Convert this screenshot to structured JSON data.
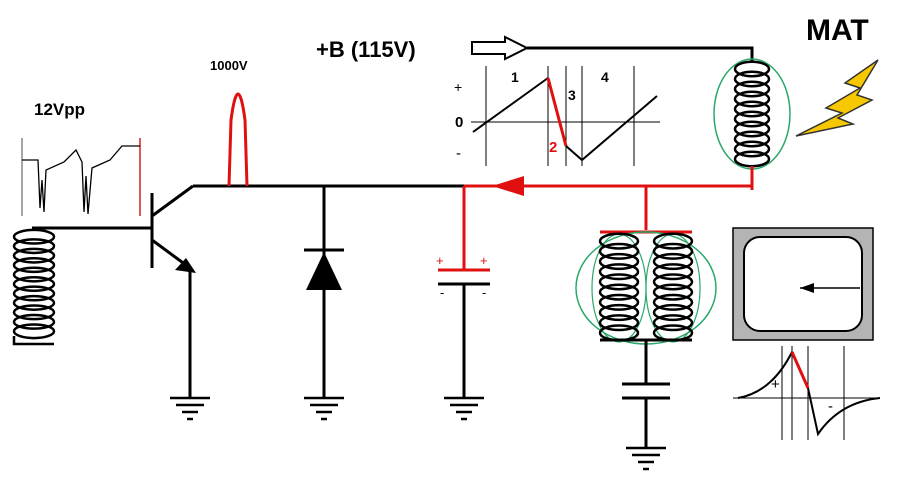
{
  "labels": {
    "mat": "MAT",
    "bplus": "+B (115V)",
    "peak": "1000V",
    "vpp": "12Vpp"
  },
  "sawtooth_graph": {
    "plus": "+",
    "zero": "0",
    "minus": "-",
    "phases": [
      "1",
      "2",
      "3",
      "4"
    ]
  },
  "capacitor_polarity": {
    "top_left": "+",
    "top_right": "+",
    "bottom_left": "-",
    "bottom_right": "-"
  },
  "pulse_graph": {
    "plus": "+",
    "minus": "-"
  },
  "colors": {
    "wire": "#000000",
    "current_path": "#e01010",
    "winding_outline": "#2aa86a",
    "lightning": "#f7c800",
    "screen_bezel": "#b4b4b4"
  }
}
